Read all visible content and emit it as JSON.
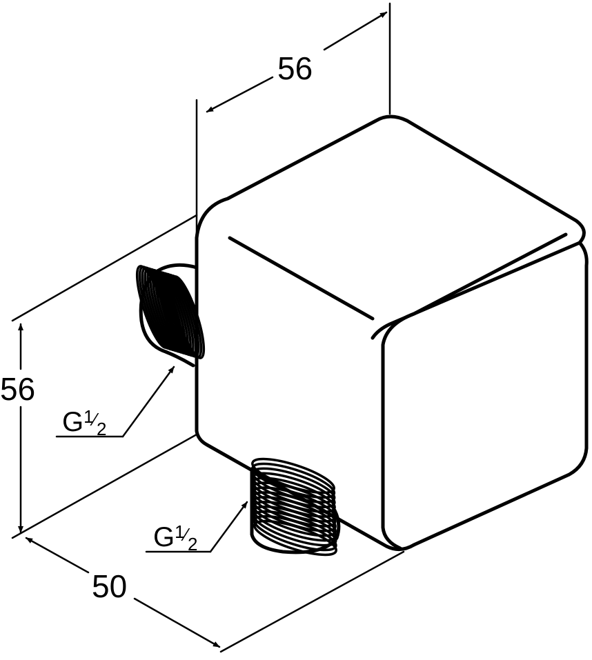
{
  "dimensions": {
    "depth": "56",
    "height": "56",
    "width": "50"
  },
  "labels": {
    "thread_side": {
      "main": "G",
      "fraction_num": "1",
      "fraction_den": "2"
    },
    "thread_bottom": {
      "main": "G",
      "fraction_num": "1",
      "fraction_den": "2"
    }
  },
  "colors": {
    "line": "#000000",
    "background": "#ffffff"
  }
}
